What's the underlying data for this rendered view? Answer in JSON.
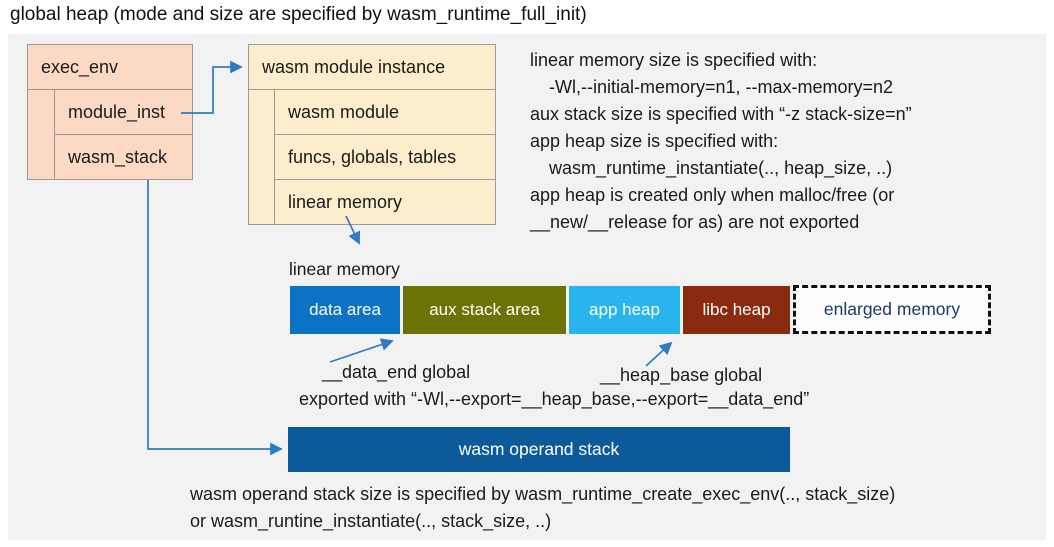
{
  "title": "global heap (mode and size are specified by wasm_runtime_full_init)",
  "exec_env": {
    "header": "exec_env",
    "rows": [
      "module_inst",
      "wasm_stack"
    ]
  },
  "module_instance": {
    "header": "wasm module instance",
    "rows": [
      "wasm module",
      "funcs, globals, tables",
      "linear memory"
    ]
  },
  "notes_right": {
    "lines": [
      "linear memory size is specified with:",
      "-Wl,--initial-memory=n1, --max-memory=n2",
      "aux stack size is specified with “-z stack-size=n”",
      "app heap size is specified with:",
      "wasm_runtime_instantiate(.., heap_size, ..)",
      "app heap is created only when malloc/free (or",
      "__new/__release for as) are not exported"
    ]
  },
  "linear_memory": {
    "label": "linear memory",
    "segments": [
      {
        "label": "data area",
        "color": "#0b72c4"
      },
      {
        "label": "aux stack area",
        "color": "#6b7206"
      },
      {
        "label": "app heap",
        "color": "#28b4ec"
      },
      {
        "label": "libc heap",
        "color": "#8a2a0e"
      },
      {
        "label": "enlarged memory",
        "color": "#fdfdfd",
        "text_color": "#1d3a66",
        "border": "dashed"
      }
    ]
  },
  "annotations": {
    "data_end": "__data_end global",
    "heap_base": "__heap_base global",
    "exported": "exported with “-Wl,--export=__heap_base,--export=__data_end”"
  },
  "operand_stack": {
    "label": "wasm operand stack",
    "color": "#0d5a9a"
  },
  "bottom_note": {
    "lines": [
      "wasm operand stack size is specified by wasm_runtime_create_exec_env(.., stack_size)",
      "or wasm_runtine_instantiate(.., stack_size, ..)"
    ]
  },
  "colors": {
    "panel_bg": "#f2f2f2",
    "exec_env_fill": "#fbd9c5",
    "module_fill": "#fcedcd",
    "box_border": "#9a9a9a",
    "arrow_blue": "#2f7bc3"
  }
}
